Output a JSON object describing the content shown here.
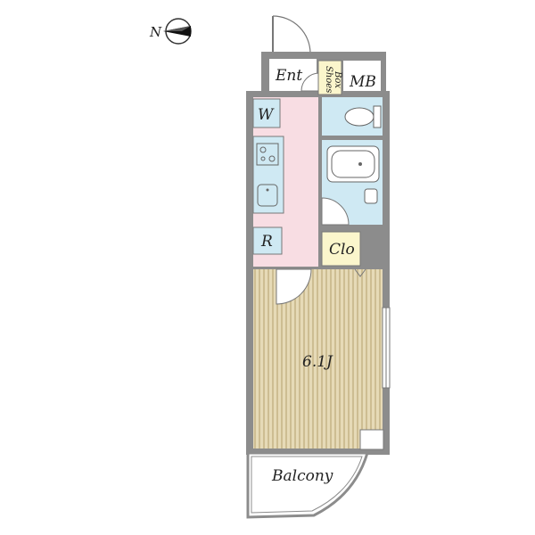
{
  "compass": {
    "north_label": "N",
    "icon": "compass-icon"
  },
  "rooms": {
    "entrance": "Ent",
    "shoes_box_line1": "Shoes",
    "shoes_box_line2": "Box",
    "meter_box": "MB",
    "washer": "W",
    "refrigerator": "R",
    "closet": "Clo",
    "main_room": "6.1J",
    "balcony": "Balcony"
  },
  "colors": {
    "wall": "#8c8c8c",
    "kitchen_corridor": "#f8dde3",
    "wet_area": "#cfe9f3",
    "closet": "#fbf6cc",
    "floor_wood": "#e6dab7",
    "floor_stripe": "#cdbd92",
    "balcony_fill": "#ffffff"
  }
}
